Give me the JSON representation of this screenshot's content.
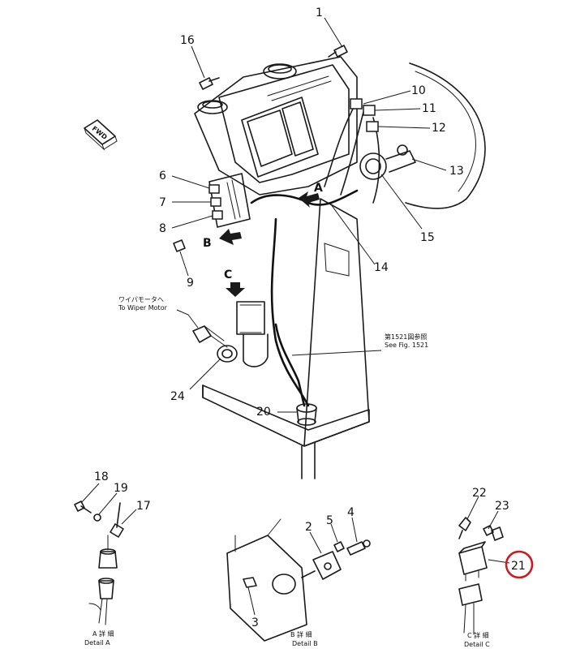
{
  "callouts": {
    "c1": "1",
    "c2": "2",
    "c3": "3",
    "c4": "4",
    "c5": "5",
    "c6": "6",
    "c7": "7",
    "c8": "8",
    "c9": "9",
    "c10": "10",
    "c11": "11",
    "c12": "12",
    "c13": "13",
    "c14": "14",
    "c15": "15",
    "c16": "16",
    "c17": "17",
    "c18": "18",
    "c19": "19",
    "c20": "20",
    "c21": "21",
    "c22": "22",
    "c23": "23",
    "c24": "24"
  },
  "view_letters": {
    "a": "A",
    "b": "B",
    "c": "C"
  },
  "fwd_label": "FWD",
  "notes": {
    "wiper_jp": "ワイパモータへ",
    "wiper_en": "To Wiper Motor",
    "see_fig_jp": "第1521図参照",
    "see_fig_en": "See Fig. 1521"
  },
  "details": {
    "a_jp": "A 詳 細",
    "a_en": "Detail A",
    "b_jp": "B 詳 細",
    "b_en": "Detail B",
    "c_jp": "C 詳 細",
    "c_en": "Detail C"
  },
  "highlight_color": "#d2161e"
}
